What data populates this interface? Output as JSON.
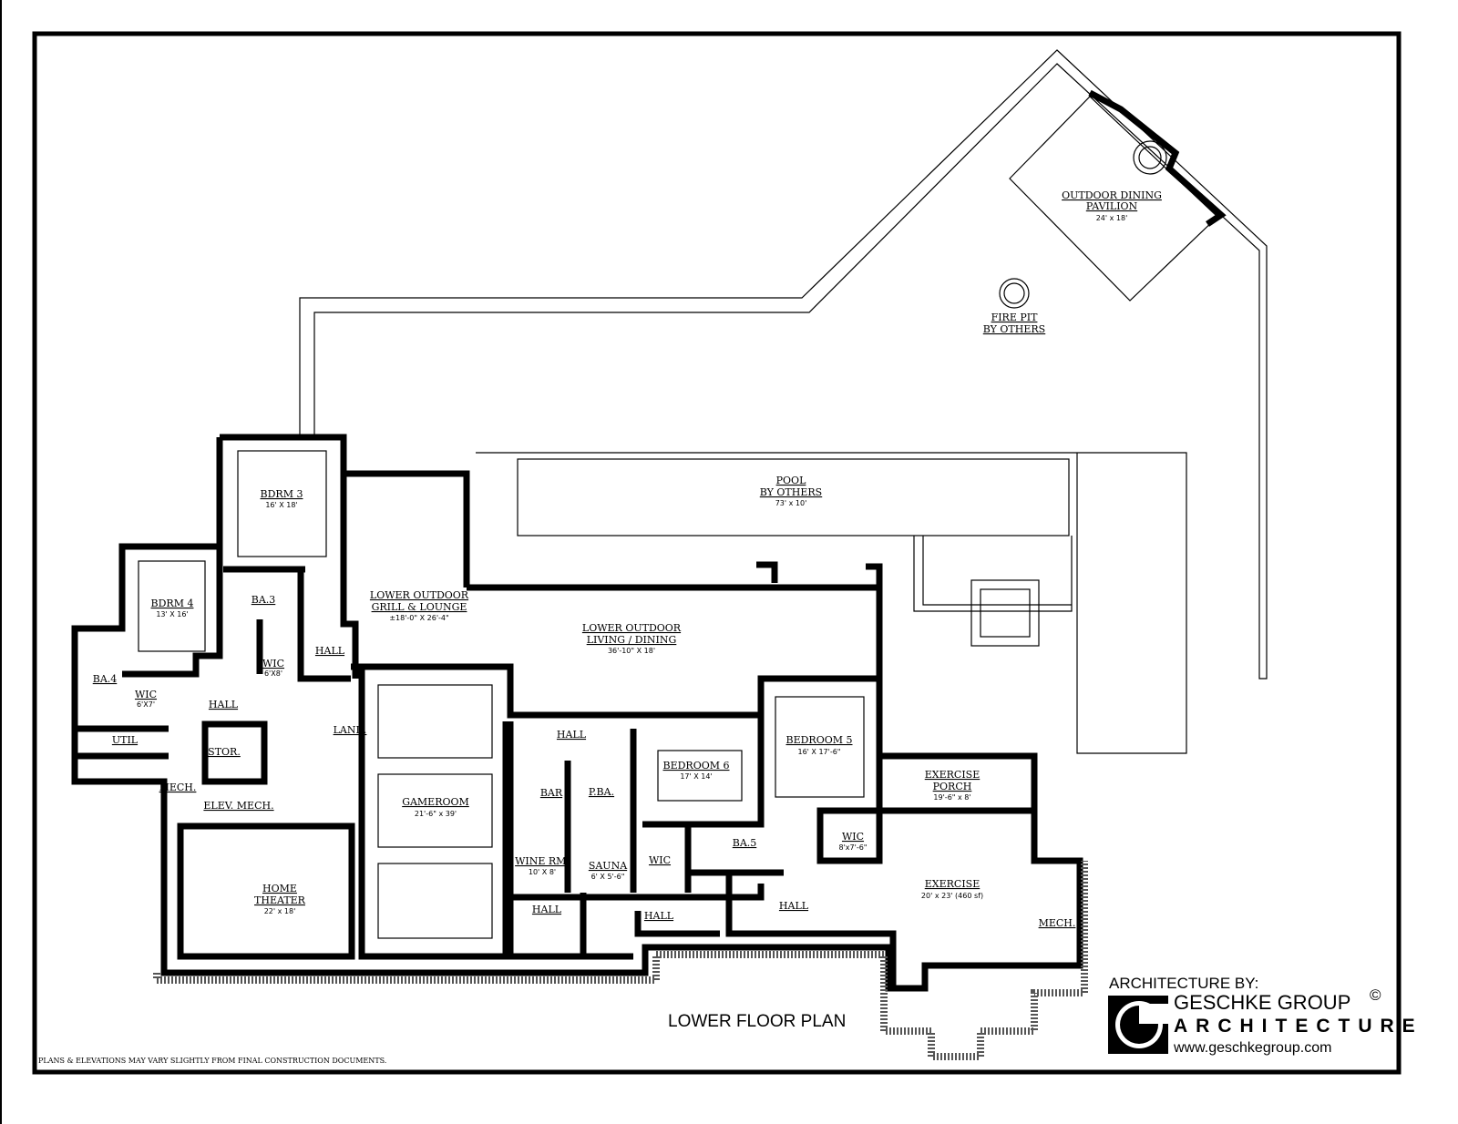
{
  "plan_title": "LOWER FLOOR PLAN",
  "disclaimer": "PLANS & ELEVATIONS MAY VARY SLIGHTLY FROM FINAL CONSTRUCTION DOCUMENTS.",
  "credit": {
    "label": "ARCHITECTURE BY:",
    "firm_line1": "GESCHKE GROUP",
    "copyright": "©",
    "firm_line2": "ARCHITECTURE",
    "website": "www.geschkegroup.com"
  },
  "rooms": {
    "pavilion": {
      "name1": "OUTDOOR DINING",
      "name2": "PAVILION",
      "dim": "24' x 18'"
    },
    "firepit": {
      "name1": "FIRE PIT",
      "name2": "BY OTHERS"
    },
    "pool": {
      "name1": "POOL",
      "name2": "BY OTHERS",
      "dim": "73' x 10'"
    },
    "bdrm3": {
      "name": "BDRM 3",
      "dim": "16' X 18'"
    },
    "bdrm4": {
      "name": "BDRM 4",
      "dim": "13' X 16'"
    },
    "grill": {
      "name1": "LOWER OUTDOOR",
      "name2": "GRILL & LOUNGE",
      "dim": "±18'-0\" X 26'-4\""
    },
    "living": {
      "name1": "LOWER OUTDOOR",
      "name2": "LIVING / DINING",
      "dim": "36'-10\" X 18'"
    },
    "ba3": {
      "name": "BA.3"
    },
    "wic3": {
      "name": "WIC",
      "dim": "6'X8'"
    },
    "hall_a": {
      "name": "HALL"
    },
    "ba4": {
      "name": "BA.4"
    },
    "wic4": {
      "name": "WIC",
      "dim": "6'X7'"
    },
    "hall_b": {
      "name": "HALL"
    },
    "util": {
      "name": "UTIL"
    },
    "stor": {
      "name": "STOR."
    },
    "land": {
      "name": "LAND."
    },
    "mech1": {
      "name": "MECH."
    },
    "elev": {
      "name": "ELEV. MECH."
    },
    "theater": {
      "name1": "HOME",
      "name2": "THEATER",
      "dim": "22' x 18'"
    },
    "gameroom": {
      "name": "GAMEROOM",
      "dim": "21'-6\" x 39'"
    },
    "hall_c": {
      "name": "HALL"
    },
    "bar": {
      "name": "BAR"
    },
    "pba": {
      "name": "P.BA."
    },
    "bedroom6": {
      "name": "BEDROOM 6",
      "dim": "17' X 14'"
    },
    "bedroom5": {
      "name": "BEDROOM 5",
      "dim": "16' X 17'-6\""
    },
    "exporch": {
      "name1": "EXERCISE",
      "name2": "PORCH",
      "dim": "19'-6\" x 8'"
    },
    "wine": {
      "name": "WINE RM.",
      "dim": "10' X 8'"
    },
    "sauna": {
      "name": "SAUNA",
      "dim": "6' X 5'-6\""
    },
    "wic6": {
      "name": "WIC"
    },
    "ba5": {
      "name": "BA.5"
    },
    "wic5": {
      "name": "WIC",
      "dim": "8'x7'-6\""
    },
    "hall_d": {
      "name": "HALL"
    },
    "hall_e": {
      "name": "HALL"
    },
    "hall_f": {
      "name": "HALL"
    },
    "exercise": {
      "name": "EXERCISE",
      "dim": "20' x 23' (460 sf)"
    },
    "mech2": {
      "name": "MECH."
    }
  }
}
